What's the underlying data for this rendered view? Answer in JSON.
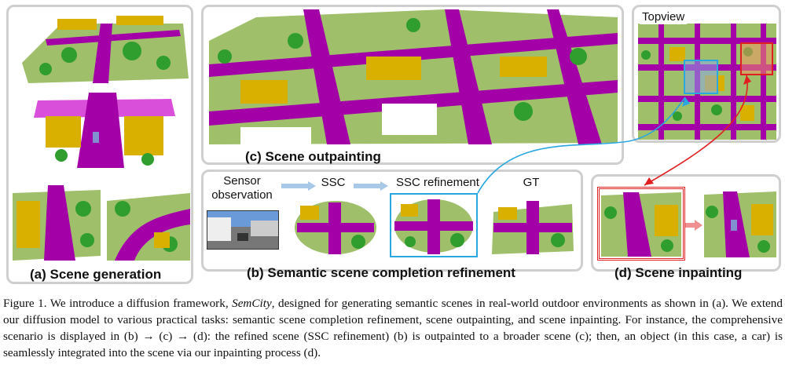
{
  "colors": {
    "road": "#a300a8",
    "sidewalk": "#d94fd9",
    "vegetation": "#2f9e2f",
    "building": "#d9b000",
    "terrain": "#9fbf6a",
    "car": "#8090d0",
    "panel_border": "#cfcfcf",
    "highlight_blue": "#29a8e0",
    "highlight_red": "#e02020"
  },
  "panels": {
    "a": {
      "title": "(a) Scene generation"
    },
    "b": {
      "title": "(b) Semantic scene completion refinement",
      "steps": [
        {
          "label": "Sensor\nobservation"
        },
        {
          "label": "SSC"
        },
        {
          "label": "SSC refinement"
        },
        {
          "label": "GT"
        }
      ]
    },
    "c": {
      "title": "(c) Scene outpainting"
    },
    "d": {
      "title": "(d) Scene inpainting"
    },
    "topview": {
      "label": "Topview"
    }
  },
  "caption": {
    "figure_label": "Figure 1.",
    "text_1": " We introduce a diffusion framework, ",
    "name": "SemCity",
    "text_2": ", designed for generating semantic scenes in real-world outdoor environments as shown in (a). We extend our diffusion model to various practical tasks: semantic scene completion refinement, scene outpainting, and scene inpainting. For instance, the comprehensive scenario is displayed in (b) → (c) → (d): the refined scene (SSC refinement) (b) is outpainted to a broader scene (c); then, an object (in this case, a car) is seamlessly integrated into the scene via our inpainting process (d)."
  }
}
